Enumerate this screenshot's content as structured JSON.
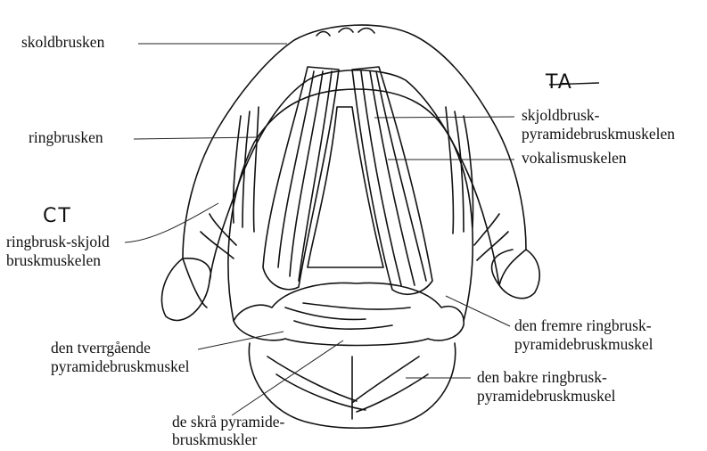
{
  "labels": {
    "skoldbrusken": "skoldbrusken",
    "ringbrusken": "ringbrusken",
    "ringbrusk_skjold_1": "ringbrusk-skjold",
    "ringbrusk_skjold_2": "bruskmuskelen",
    "skjoldbrusk_1": "skjoldbrusk-",
    "skjoldbrusk_2": "pyramidebruskmuskelen",
    "vokalismuskelen": "vokalismuskelen",
    "fremre_1": "den fremre ringbrusk-",
    "fremre_2": "pyramidebruskmuskel",
    "bakre_1": "den bakre ringbrusk-",
    "bakre_2": "pyramidebruskmuskel",
    "tverr_1": "den tverrgående",
    "tverr_2": "pyramidebruskmuskel",
    "skraa_1": "de skrå pyramide-",
    "skraa_2": "bruskmuskler"
  },
  "handwritten": {
    "ta": "TA",
    "ct": "CT"
  }
}
